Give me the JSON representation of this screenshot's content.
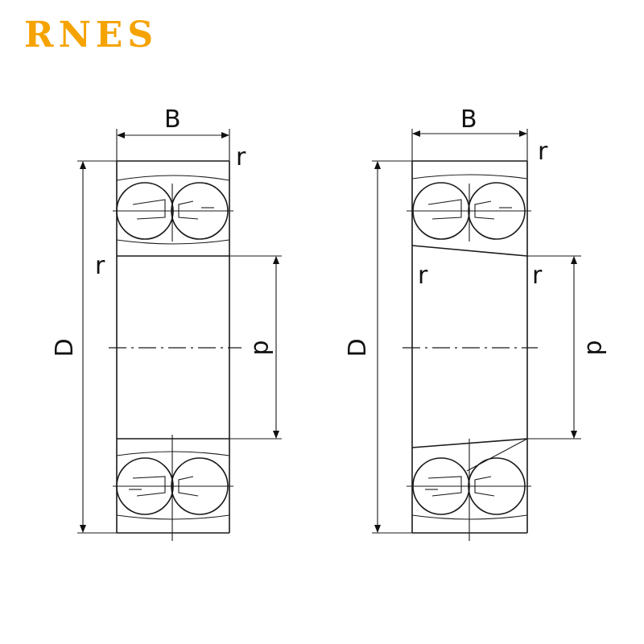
{
  "brand": {
    "name": "RNES",
    "color": "#f5a300"
  },
  "line_color": "#1a1a1a",
  "views": [
    {
      "name": "cylindrical-bore",
      "labels": {
        "width": "B",
        "outer_diameter": "D",
        "bore_diameter": "d",
        "radius_top": "r",
        "radius_side": "r"
      }
    },
    {
      "name": "tapered-bore",
      "labels": {
        "width": "B",
        "outer_diameter": "D",
        "bore_diameter": "d",
        "radius_top": "r",
        "radius_left": "r",
        "radius_right": "r"
      }
    }
  ]
}
